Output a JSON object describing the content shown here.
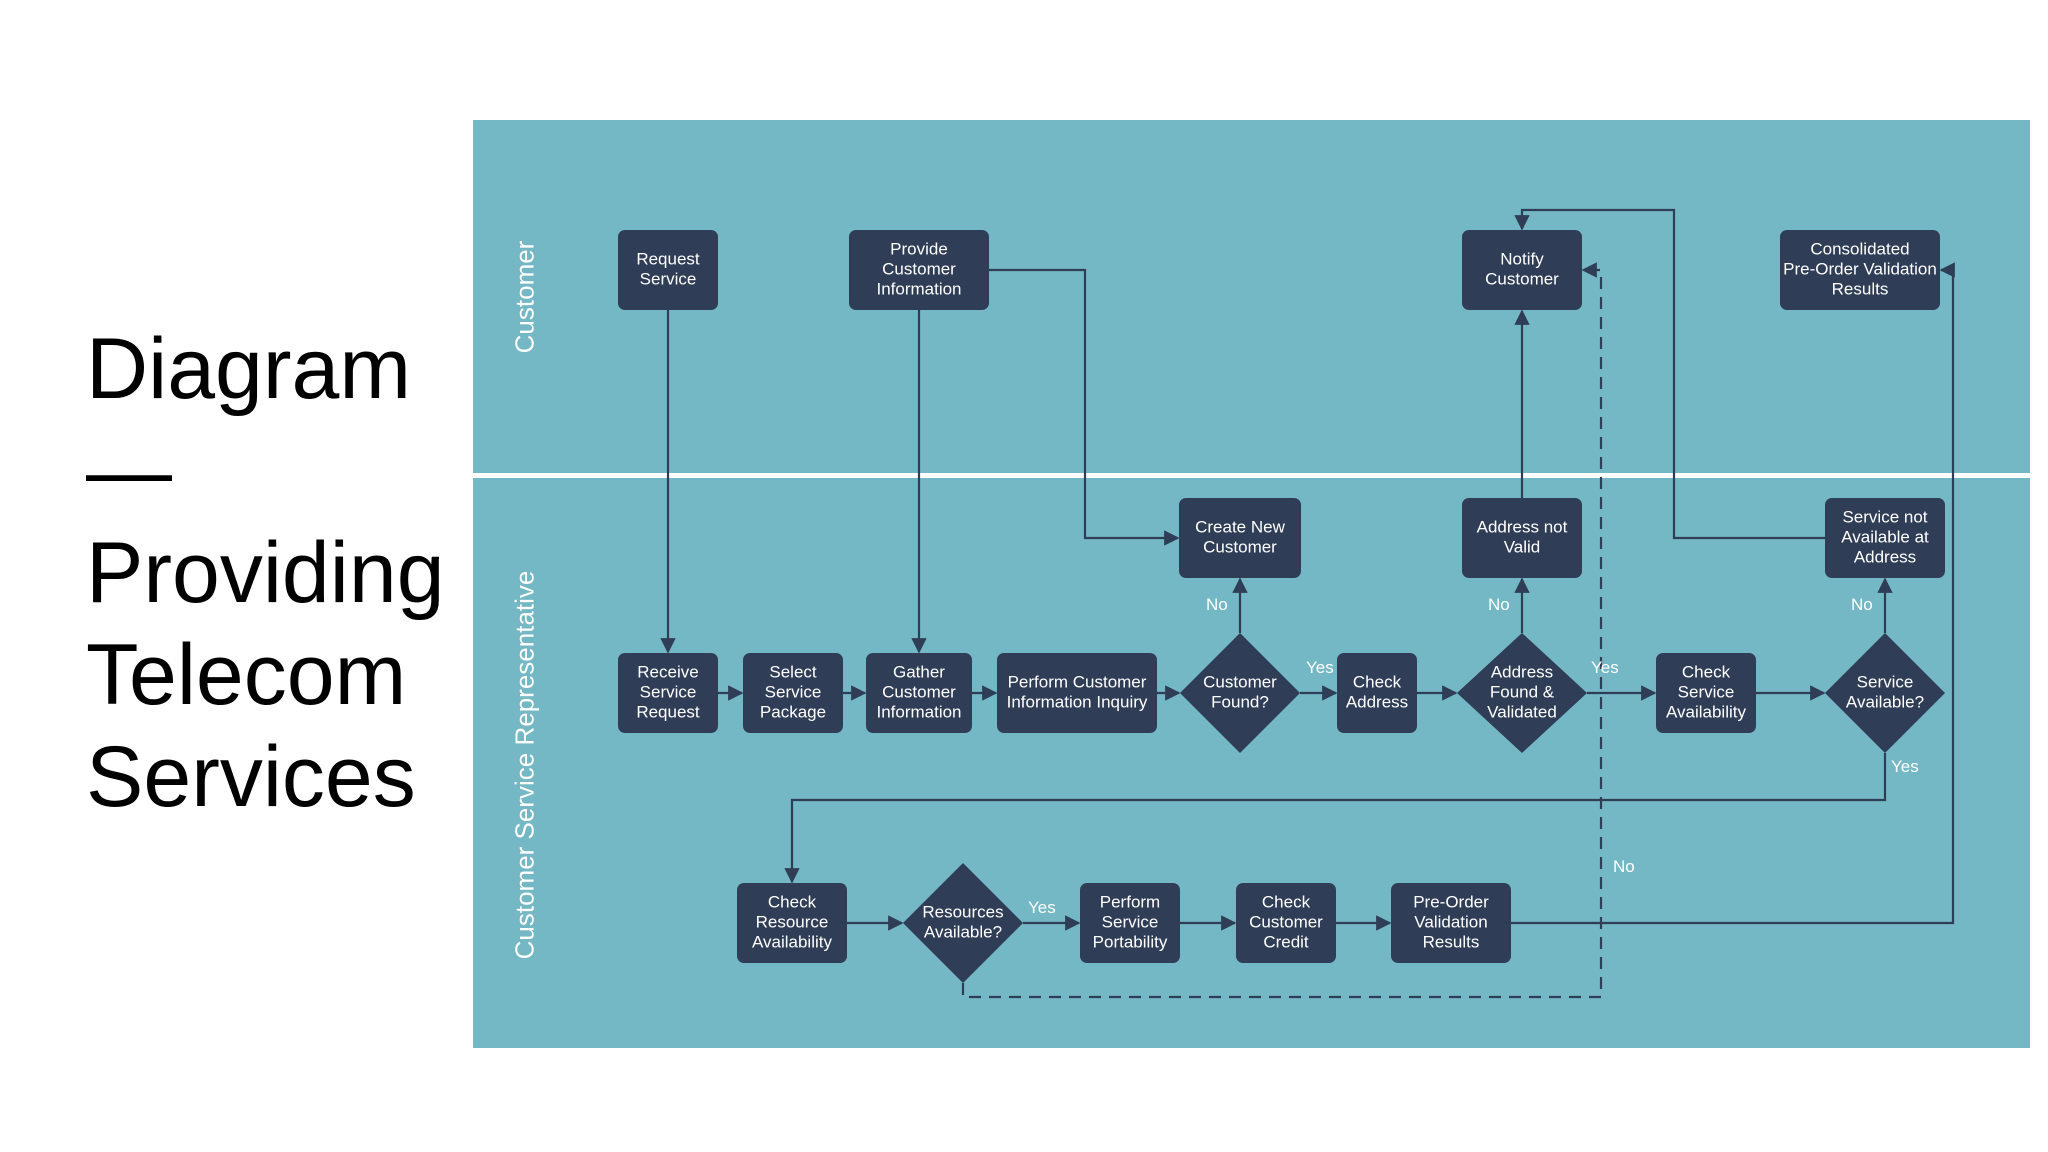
{
  "slide": {
    "title_lines": [
      "Diagram",
      "—",
      "Providing",
      "Telecom",
      "Services"
    ]
  },
  "lanes": {
    "customer": "Customer",
    "representative": "Customer Service Representative"
  },
  "colors": {
    "panel": "#73b8c4",
    "node": "#2f3d56",
    "line": "#2f3d56",
    "divider": "#ffffff"
  },
  "nodes": {
    "request_service": [
      "Request",
      "Service"
    ],
    "provide_customer_info": [
      "Provide",
      "Customer",
      "Information"
    ],
    "notify_customer": [
      "Notify",
      "Customer"
    ],
    "consolidated_results": [
      "Consolidated",
      "Pre-Order Validation",
      "Results"
    ],
    "create_new_customer": [
      "Create New",
      "Customer"
    ],
    "address_not_valid": [
      "Address not",
      "Valid"
    ],
    "service_not_available": [
      "Service not",
      "Available at",
      "Address"
    ],
    "receive_service_request": [
      "Receive",
      "Service",
      "Request"
    ],
    "select_service_package": [
      "Select",
      "Service",
      "Package"
    ],
    "gather_customer_info": [
      "Gather",
      "Customer",
      "Information"
    ],
    "perform_info_inquiry": [
      "Perform Customer",
      "Information Inquiry"
    ],
    "customer_found": [
      "Customer",
      "Found?"
    ],
    "check_address": [
      "Check",
      "Address"
    ],
    "address_found_validated": [
      "Address",
      "Found &",
      "Validated"
    ],
    "check_service_availability": [
      "Check",
      "Service",
      "Availability"
    ],
    "service_available": [
      "Service",
      "Available?"
    ],
    "check_resource_availability": [
      "Check",
      "Resource",
      "Availability"
    ],
    "resources_available": [
      "Resources",
      "Available?"
    ],
    "perform_service_portability": [
      "Perform",
      "Service",
      "Portability"
    ],
    "check_customer_credit": [
      "Check",
      "Customer",
      "Credit"
    ],
    "preorder_validation_results": [
      "Pre-Order",
      "Validation",
      "Results"
    ]
  },
  "edge_labels": {
    "customer_found_no": "No",
    "customer_found_yes": "Yes",
    "address_no": "No",
    "address_yes": "Yes",
    "service_no": "No",
    "service_yes": "Yes",
    "resources_yes": "Yes",
    "resources_no": "No"
  }
}
